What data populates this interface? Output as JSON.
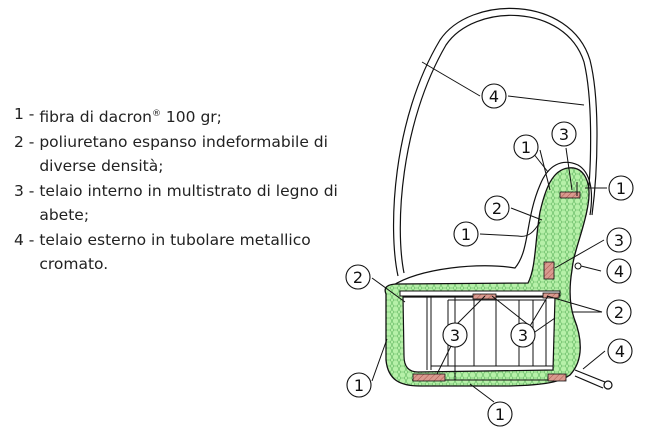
{
  "legend": {
    "items": [
      {
        "num": "1 -",
        "text": "fibra di dacron",
        "reg": "®",
        "suffix": " 100 gr;"
      },
      {
        "num": "2 -",
        "text": "poliuretano espanso indeformabile di diverse densità;"
      },
      {
        "num": "3 -",
        "text": "telaio interno in multistrato di legno di abete;"
      },
      {
        "num": "4 -",
        "text": "telaio esterno in tubolare metallico cromato."
      }
    ]
  },
  "callouts": {
    "c1": "1",
    "c2": "2",
    "c3": "3",
    "c4": "4"
  },
  "colors": {
    "foam": "#b6f0a8",
    "foam_mesh": "#66b866",
    "wood": "#d99a8f",
    "line": "#111111"
  }
}
